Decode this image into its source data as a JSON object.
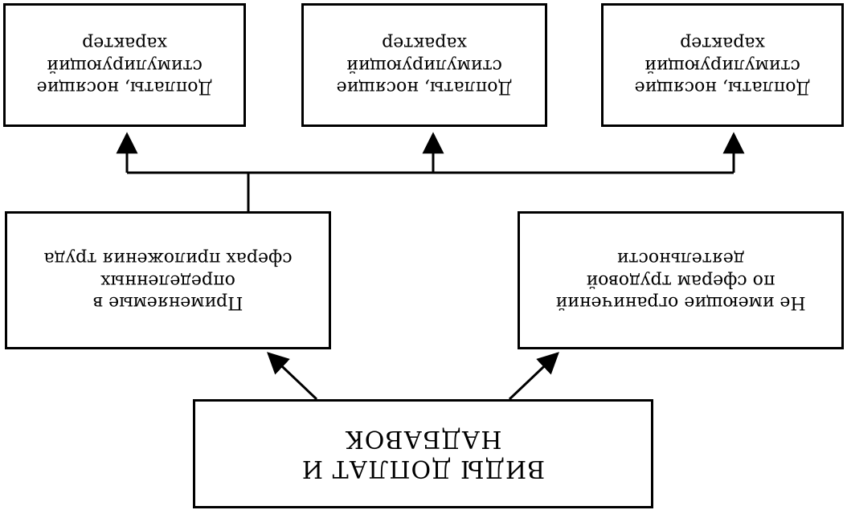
{
  "root": {
    "text": "ВИДЫ ДОПЛАТ И\nНАДБАВОК"
  },
  "middle": [
    {
      "text": "Не имеющие ограничений\nпо сферам трудовой\nдеятельности"
    },
    {
      "text": "Применяемые в\nопределенных\nсферах приложения труда"
    }
  ],
  "leaves": [
    {
      "text": "Доплаты, носящие\nстимулирующий\nхарактер"
    },
    {
      "text": "Доплаты, носящие\nстимулирующий\nхарактер"
    },
    {
      "text": "Доплаты, носящие\nстимулирующий\nхарактер"
    }
  ]
}
